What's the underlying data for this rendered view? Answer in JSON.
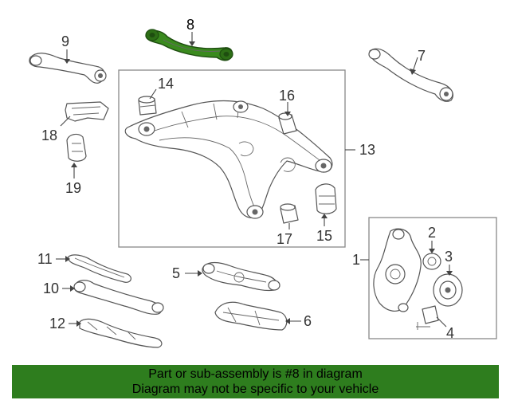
{
  "diagram": {
    "highlight_color": "#3a8a1e",
    "callouts": {
      "c1": "1",
      "c2": "2",
      "c3": "3",
      "c4": "4",
      "c5": "5",
      "c6": "6",
      "c7": "7",
      "c8": "8",
      "c9": "9",
      "c10": "10",
      "c11": "11",
      "c12": "12",
      "c13": "13",
      "c14": "14",
      "c15": "15",
      "c16": "16",
      "c17": "17",
      "c18": "18",
      "c19": "19"
    }
  },
  "footer": {
    "background": "#2e7d1e",
    "line1": "Part or sub-assembly is #8 in diagram",
    "line2": "Diagram may not be specific to your vehicle"
  }
}
